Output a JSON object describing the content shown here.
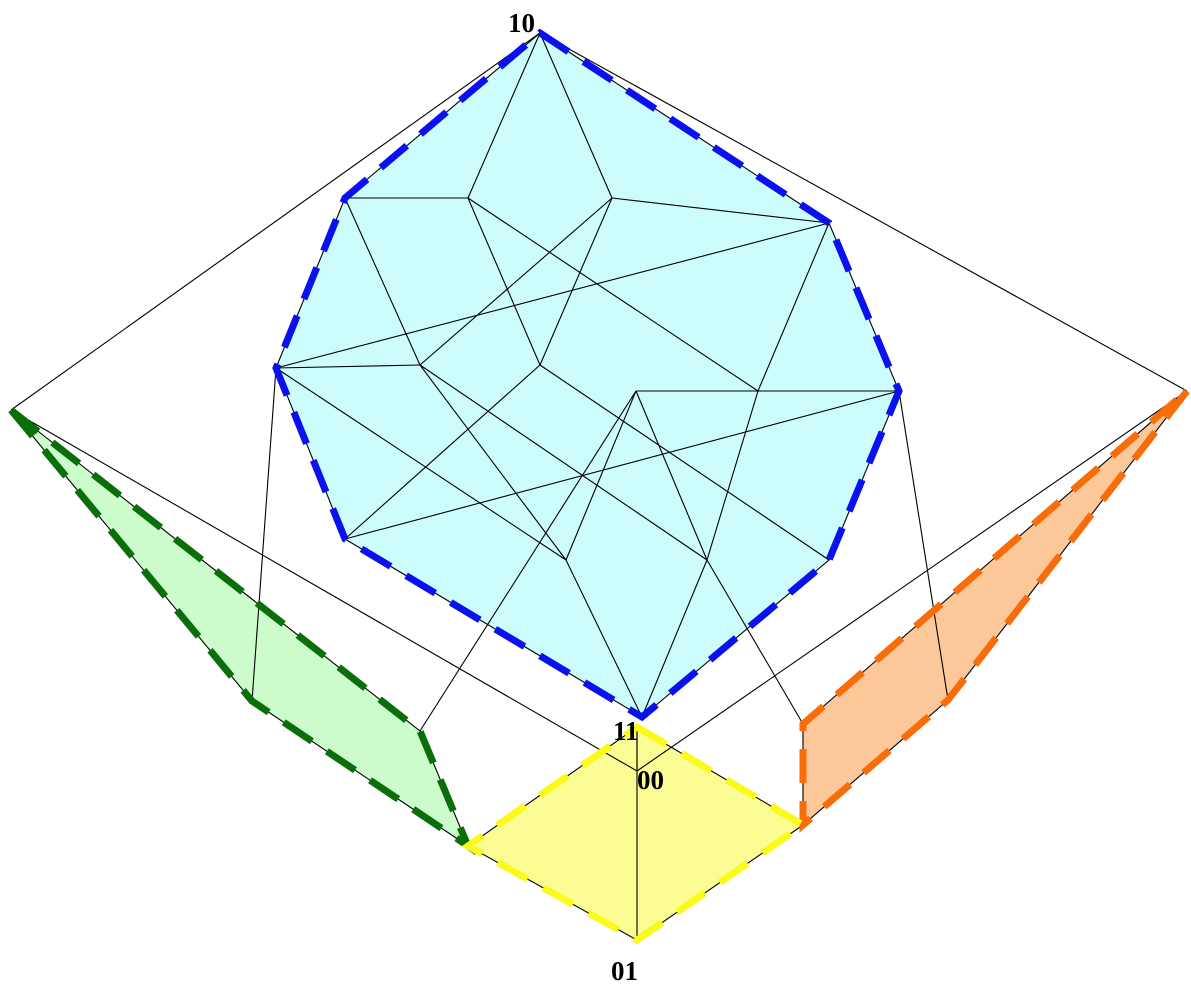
{
  "diagram": {
    "vertex_labels": {
      "top": "10",
      "middle_upper": "11",
      "middle_lower": "00",
      "bottom": "01"
    },
    "regions": [
      {
        "name": "central-polygon",
        "fill": "#ccfcfc",
        "dash_color": "#0a10ee"
      },
      {
        "name": "left-polygon",
        "fill": "#ccfccc",
        "dash_color": "#0a6e0a"
      },
      {
        "name": "right-polygon",
        "fill": "#fcc89a",
        "dash_color": "#f86c0a"
      },
      {
        "name": "bottom-square",
        "fill": "#fcfc94",
        "dash_color": "#fafa1c"
      }
    ]
  }
}
